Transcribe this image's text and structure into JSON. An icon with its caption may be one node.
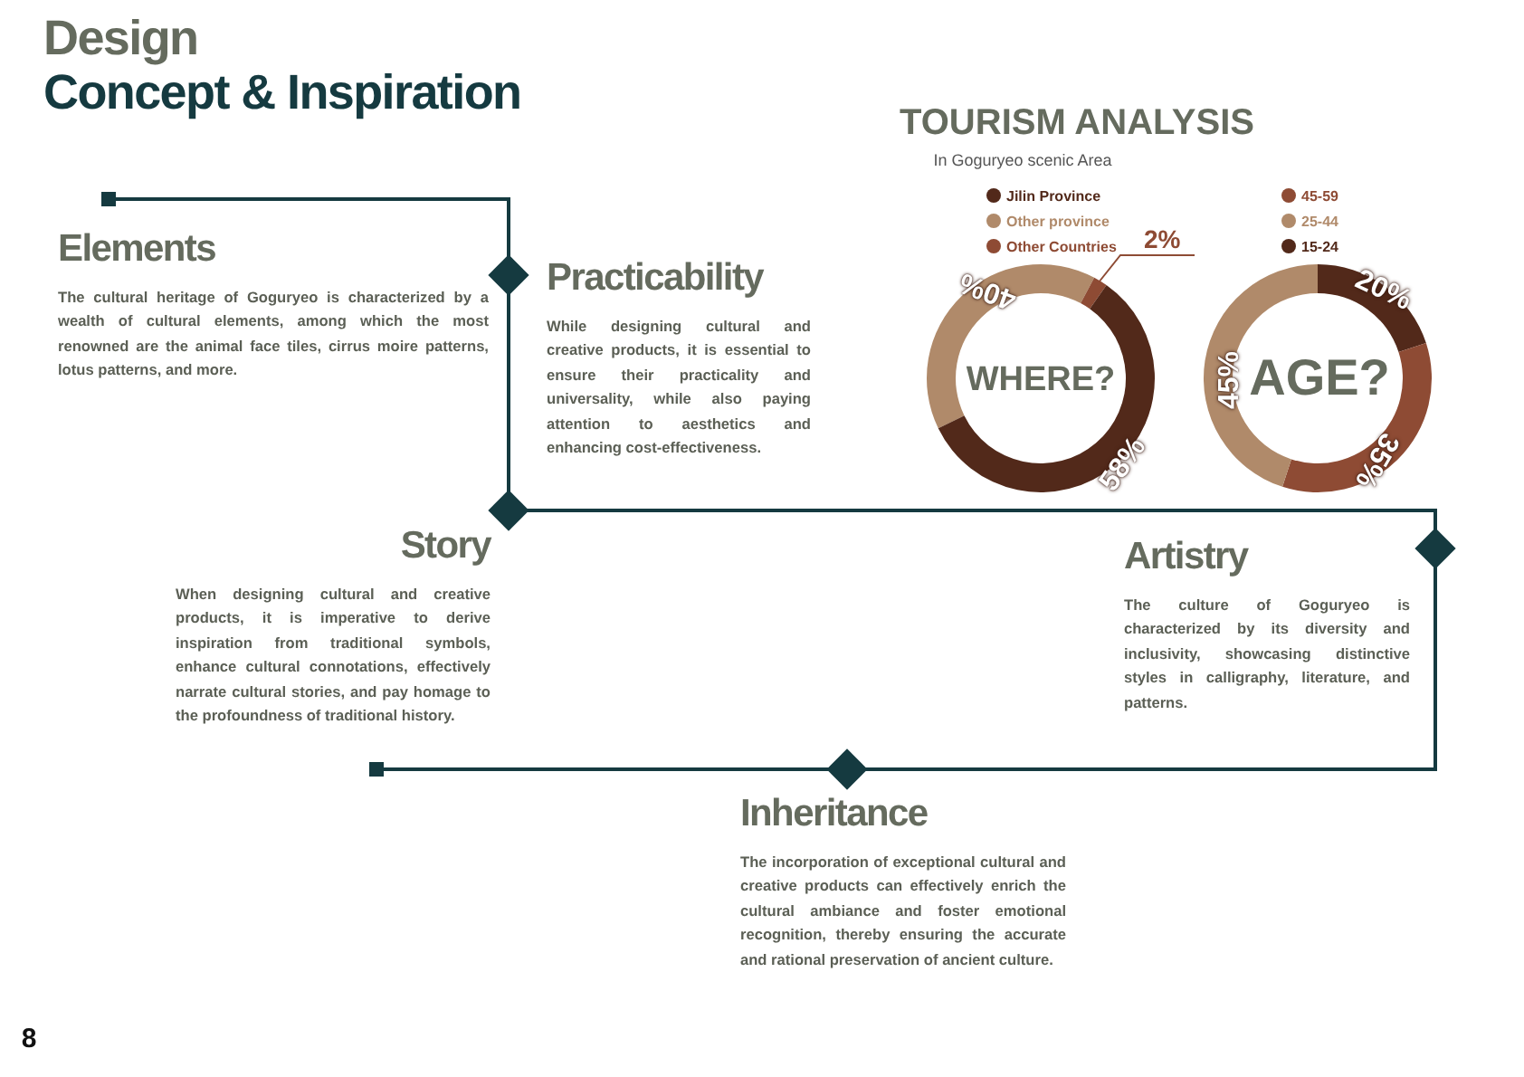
{
  "diagram": {
    "title": "Design Concept & Inspiration",
    "nodes": [
      {
        "text": [
          "Elements",
          "The cultural heritage of Goguryeo is characterized by a wealth of cultural elements, among which the most renowned are the animal face tiles, cirrus moire patterns, lotus patterns, and more."
        ]
      },
      {
        "text": [
          "Practicability",
          "While designing cultural and creative products, it is essential to ensure their practicality and universality, while also paying attention to aesthetics and enhancing cost-effectiveness."
        ]
      },
      {
        "text": [
          "Story",
          "When designing cultural and creative products, it is imperative to derive inspiration from traditional symbols, enhance cultural connotations, effectively narrate cultural stories, and pay homage to the profoundness of traditional history."
        ]
      },
      {
        "text": [
          "Artistry",
          "The culture of Goguryeo is characterized by its diversity and inclusivity, showcasing distinctive styles in calligraphy, literature, and patterns."
        ]
      },
      {
        "text": [
          "Inheritance",
          "The incorporation of exceptional cultural and creative products can effectively enrich the cultural ambiance and foster emotional recognition, thereby ensuring the accurate and rational preservation of ancient culture."
        ]
      },
      {
        "text": [
          "2%"
        ]
      },
      {
        "text": [],
        "shape": "bar"
      }
    ],
    "edges": [
      {
        "from": 5,
        "to": 6,
        "arrow": "none"
      }
    ],
    "labels": [
      "TOURISM ANALYSIS",
      "In Goguryeo scenic Area",
      "40%",
      "WHERE?",
      "58%",
      "20%",
      "45%",
      "AGE?",
      "35%",
      "8"
    ],
    "legend": [
      {
        "text": "Jilin Province",
        "color": "#52291a"
      },
      {
        "text": "Other province",
        "color": "#b08a6a"
      },
      {
        "text": "Other Countries",
        "color": "#8e4b34"
      },
      {
        "text": "45-59",
        "color": "#8e4b34"
      },
      {
        "text": "25-44",
        "color": "#b08a6a"
      },
      {
        "text": "15-24",
        "color": "#52291a"
      }
    ]
  }
}
